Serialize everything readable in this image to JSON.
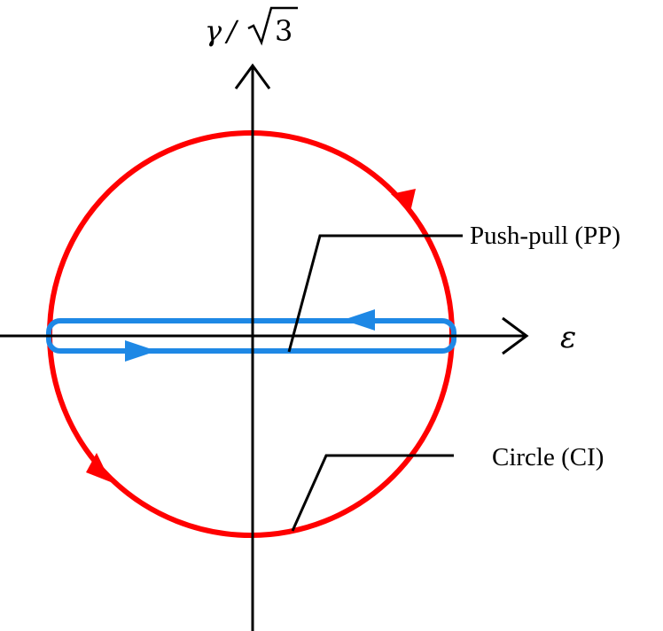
{
  "diagram": {
    "y_axis_label": {
      "symbol": "γ",
      "slash": "/",
      "radicand": "3"
    },
    "x_axis_label": "ε",
    "labels": {
      "push_pull": "Push-pull (PP)",
      "circle": "Circle (CI)"
    },
    "colors": {
      "circle": "#ff0000",
      "push_pull": "#1e88e5",
      "axes": "#000000"
    }
  }
}
